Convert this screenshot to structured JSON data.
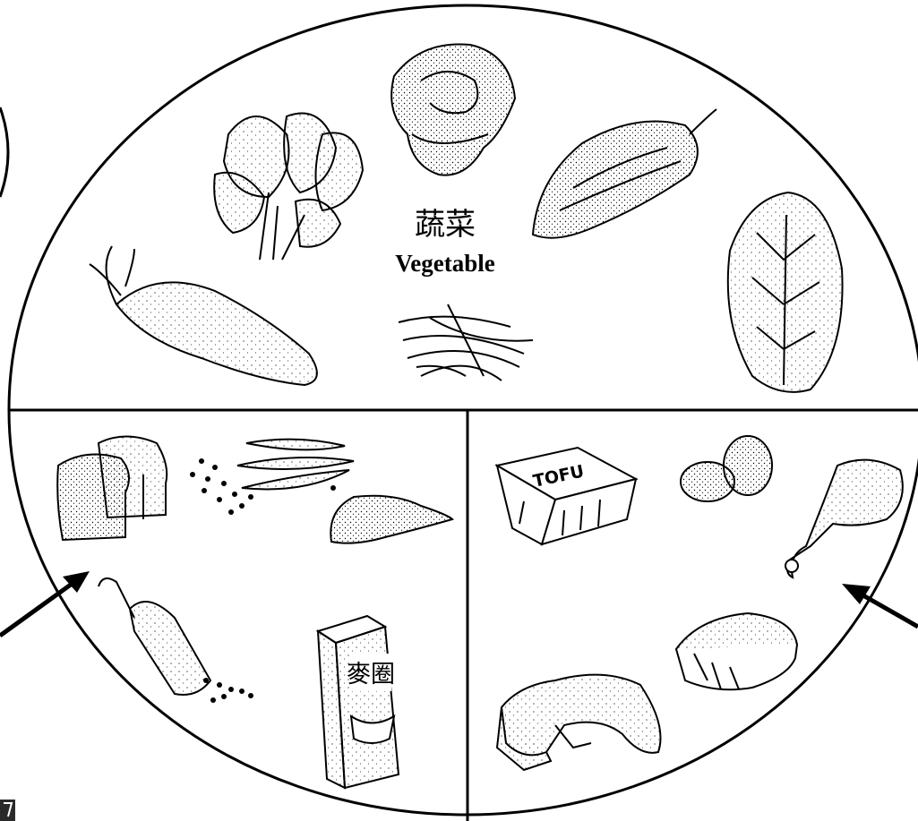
{
  "plate": {
    "sections": [
      {
        "id": "vegetable",
        "title_zh": "蔬菜",
        "title_en": "Vegetable",
        "items": [
          "spinach-icon",
          "cabbage-icon",
          "bitter-melon-icon",
          "napa-cabbage-icon",
          "daikon-radish-icon",
          "bean-sprouts-icon"
        ]
      },
      {
        "id": "grains",
        "items": [
          "bread-icon",
          "beans-icon",
          "pea-pods-icon",
          "sweet-potato-icon",
          "grain-scoop-icon",
          "cereal-box-icon"
        ],
        "cereal_box_label": "麥圈"
      },
      {
        "id": "protein",
        "items": [
          "tofu-icon",
          "eggs-icon",
          "chicken-drumstick-icon",
          "fish-steak-icon",
          "meat-icon"
        ],
        "tofu_label": "TOFU"
      }
    ]
  },
  "colors": {
    "ink": "#000000",
    "background": "#ffffff"
  }
}
